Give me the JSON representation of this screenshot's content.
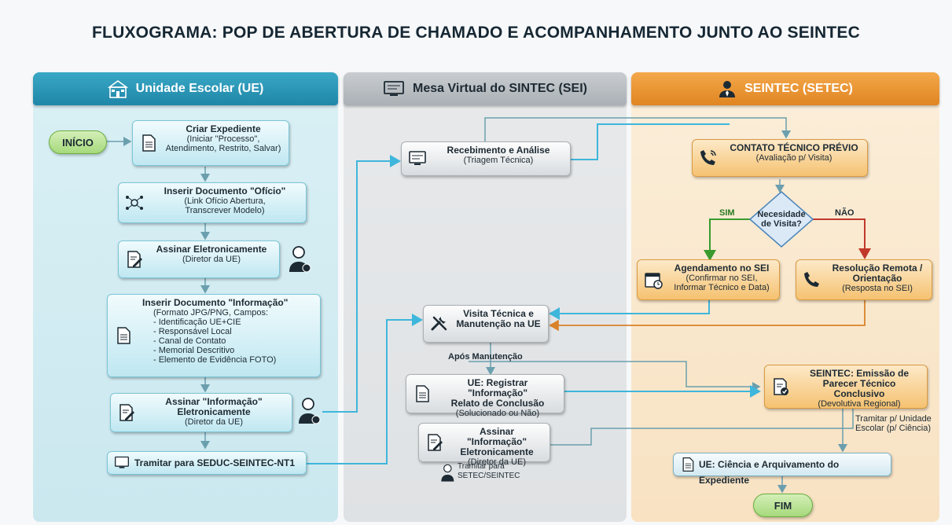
{
  "title": "FLUXOGRAMA: POP DE ABERTURA DE CHAMADO E ACOMPANHAMENTO JUNTO AO SEINTEC",
  "lanes": {
    "ue": "Unidade Escolar (UE)",
    "sei": "Mesa Virtual do SINTEC (SEI)",
    "setec": "SEINTEC (SETEC)"
  },
  "ue": {
    "start": "INÍCIO",
    "create": {
      "title": "Criar Expediente",
      "desc": "(Iniciar \"Processo\",\nAtendimento, Restrito, Salvar)"
    },
    "oficio": {
      "title": "Inserir Documento \"Ofício\"",
      "desc": "(Link Ofício Abertura,\nTranscrever Modelo)"
    },
    "sign1": {
      "title": "Assinar Eletronicamente",
      "desc": "(Diretor da UE)"
    },
    "info": {
      "title": "Inserir Documento \"Informação\"",
      "desc": "(Formato JPG/PNG, Campos:\n- Identificação UE+CIE\n- Responsável Local\n- Canal de Contato\n- Memorial Descritivo\n- Elemento de Evidência FOTO)"
    },
    "sign2": {
      "title": "Assinar \"Informação\"\nEletronicamente",
      "desc": "(Diretor da UE)"
    },
    "send": "Tramitar para SEDUC-SEINTEC-NT1"
  },
  "sei": {
    "receive": {
      "title": "Recebimento e Análise",
      "desc": "(Triagem Técnica)"
    },
    "visit": {
      "title": "Visita Técnica e\nManutenção na UE"
    },
    "after_label": "Após Manutenção",
    "register": {
      "title": "UE: Registrar \"Informação\"\nRelato de Conclusão",
      "desc": "(Solucionado ou Não)"
    },
    "sign3": {
      "title": "Assinar \"Informação\"\nEletronicamente",
      "desc": "(Diretor da UE)"
    },
    "send_label": "Tramitar para\nSETEC/SEINTEC"
  },
  "setec": {
    "contact": {
      "title": "CONTATO TÉCNICO PRÉVIO",
      "desc": "(Avaliação p/ Visita)"
    },
    "decision": "Necesidade\nde Visita?",
    "yes": "SIM",
    "no": "NÃO",
    "schedule": {
      "title": "Agendamento no SEI",
      "desc": "(Confirmar no SEI,\nInformar Técnico e Data)"
    },
    "remote": {
      "title": "Resolução Remota /\nOrientação",
      "desc": "(Resposta no SEI)"
    },
    "report": {
      "title": "SEINTEC: Emissão de\nParecer Técnico Conclusivo",
      "desc": "(Devolutiva Regional)"
    },
    "return_label": "Tramitar p/ Unidade\nEscolar (p/ Ciência)",
    "archive": "UE: Ciência e Arquivamento do Expediente",
    "end": "FIM"
  },
  "colors": {
    "ue": "#1f86a7",
    "sei": "#aab0b5",
    "setec": "#e08522",
    "yes": "#3a9a2e",
    "no": "#c0392b",
    "link": "#5bc8e6"
  }
}
